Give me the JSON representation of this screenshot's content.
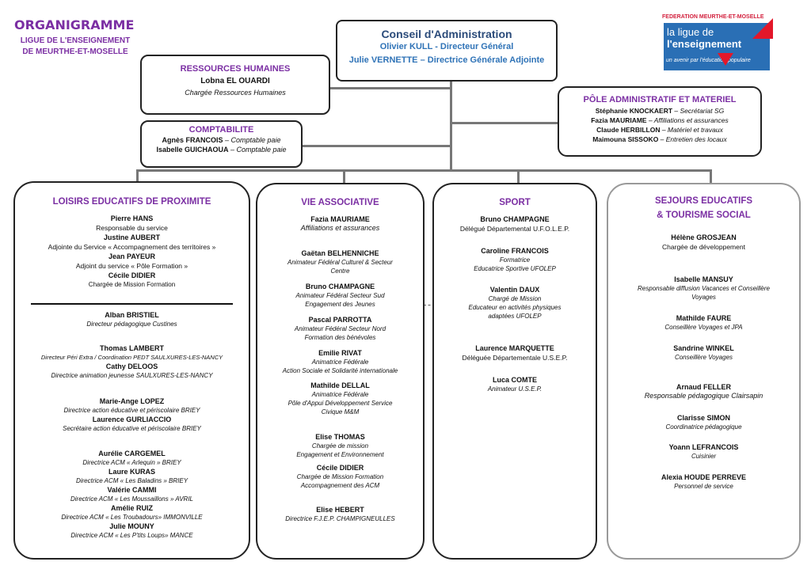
{
  "header": {
    "title": "ORGANIGRAMME",
    "subtitle1": "LIGUE DE L'ENSEIGNEMENT",
    "subtitle2": "DE MEURTHE-ET-MOSELLE"
  },
  "logo": {
    "top": "FEDERATION MEURTHE-ET-MOSELLE",
    "line1": "la ligue de",
    "line2": "l'enseignement",
    "tagline": "un avenir par l'éducation populaire"
  },
  "conseil": {
    "title": "Conseil d'Administration",
    "line1": "Olivier KULL - Directeur Général",
    "line2": "Julie VERNETTE – Directrice Générale Adjointe"
  },
  "rh": {
    "title": "RESSOURCES HUMAINES",
    "name": "Lobna  EL OUARDI",
    "role": "Chargée Ressources Humaines"
  },
  "compta": {
    "title": "COMPTABILITE",
    "p1_name": "Agnès FRANCOIS",
    "p1_role": " – Comptable paie",
    "p2_name": "Isabelle GUICHAOUA",
    "p2_role": " – Comptable paie"
  },
  "pole": {
    "title": "PÔLE ADMINISTRATIF ET MATERIEL",
    "items": [
      {
        "name": "Stéphanie KNOCKAERT",
        "role": " – Secrétariat SG"
      },
      {
        "name": "Fazia MAURIAME",
        "role": " – Affiliations et assurances"
      },
      {
        "name": "Claude HERBILLON",
        "role": " – Matériel et travaux"
      },
      {
        "name": "Maimouna SISSOKO",
        "role": " – Entretien des locaux"
      }
    ]
  },
  "loisirs": {
    "title": "LOISIRS EDUCATIFS DE PROXIMITE",
    "top": [
      {
        "name": "Pierre HANS",
        "role": "Responsable du service"
      },
      {
        "name": "Justine AUBERT",
        "role": "Adjointe du Service « Accompagnement des territoires »"
      },
      {
        "name": "Jean PAYEUR",
        "role": "Adjoint du service « Pôle Formation »"
      },
      {
        "name": "Cécile DIDIER",
        "role": "Chargée de Mission Formation"
      }
    ],
    "b1": [
      {
        "name": "Alban BRISTIEL",
        "role": "Directeur pédagogique Custines"
      }
    ],
    "b2": [
      {
        "name": "Thomas LAMBERT",
        "role": "Directeur Péri Extra / Coordination PEDT SAULXURES-LES-NANCY"
      },
      {
        "name": "Cathy DELOOS",
        "role": "Directrice animation jeunesse SAULXURES-LES-NANCY"
      }
    ],
    "b3": [
      {
        "name": "Marie-Ange LOPEZ",
        "role": "Directrice action éducative et périscolaire BRIEY"
      },
      {
        "name": "Laurence GURLIACCIO",
        "role": "Secrétaire action éducative et périscolaire BRIEY"
      }
    ],
    "b4": [
      {
        "name": "Aurélie CARGEMEL",
        "role": "Directrice ACM « Arlequin » BRIEY"
      },
      {
        "name": "Laure KURAS",
        "role": "Directrice ACM « Les Baladins » BRIEY"
      },
      {
        "name": "Valérie CAMMI",
        "role": "Directrice ACM « Les Moussaillons » AVRIL"
      },
      {
        "name": "Amélie RUIZ",
        "role": "Directrice ACM « Les Troubadours» IMMONVILLE"
      },
      {
        "name": "Julie MOUNY",
        "role": "Directrice ACM « Les P'tits Loups» MANCE"
      }
    ]
  },
  "vie": {
    "title": "VIE ASSOCIATIVE",
    "p1": {
      "name": "Fazia MAURIAME",
      "role": "Affiliations et assurances"
    },
    "p2": {
      "name": "Gaëtan BELHENNICHE",
      "r1": "Animateur Fédéral Culturel & Secteur",
      "r2": "Centre"
    },
    "p3": {
      "name": "Bruno CHAMPAGNE",
      "r1": "Animateur Fédéral Secteur Sud",
      "r2": "Engagement des Jeunes"
    },
    "p4": {
      "name": "Pascal PARROTTA",
      "r1": "Animateur Fédéral Secteur Nord",
      "r2": "Formation des bénévoles"
    },
    "p5": {
      "name": "Emilie RIVAT",
      "r1": "Animatrice Fédérale",
      "r2": "Action  Sociale et Solidarité internationale"
    },
    "p6": {
      "name": "Mathilde DELLAL",
      "r1": "Animatrice Fédérale",
      "r2": "Pôle d'Appui  Développement Service",
      "r3": "Civique M&M"
    },
    "p7": {
      "name": "Elise THOMAS",
      "r1": "Chargée de mission",
      "r2": "Engagement et Environnement"
    },
    "p8": {
      "name": "Cécile DIDIER",
      "r1": "Chargée de Mission Formation",
      "r2": "Accompagnement des ACM"
    },
    "p9": {
      "name": "Elise HEBERT",
      "r1": "Directrice F.J.E.P. CHAMPIGNEULLES"
    }
  },
  "sport": {
    "title": "SPORT",
    "p1": {
      "name": "Bruno CHAMPAGNE",
      "role": "Délégué Départemental U.F.O.L.E.P."
    },
    "p2": {
      "name": "Caroline FRANCOIS",
      "r1": "Formatrice",
      "r2": "Educatrice Sportive UFOLEP"
    },
    "p3": {
      "name": "Valentin DAUX",
      "r1": "Chargé de Mission",
      "r2": "Educateur en activités physiques",
      "r3": "adaptées UFOLEP"
    },
    "p4": {
      "name": "Laurence MARQUETTE",
      "role": "Déléguée Départementale U.S.E.P."
    },
    "p5": {
      "name": "Luca COMTE",
      "r1": "Animateur U.S.E.P."
    }
  },
  "sejours": {
    "title1": "SEJOURS EDUCATIFS",
    "title2": "& TOURISME SOCIAL",
    "p1": {
      "name": "Hélène GROSJEAN",
      "role": "Chargée de développement"
    },
    "p2": {
      "name": "Isabelle MANSUY",
      "r1": "Responsable diffusion Vacances et Conseillère",
      "r2": "Voyages"
    },
    "p3": {
      "name": "Mathilde FAURE",
      "r1": "Conseillère Voyages et JPA"
    },
    "p4": {
      "name": "Sandrine WINKEL",
      "r1": "Conseillère Voyages"
    },
    "p5": {
      "name": "Arnaud FELLER",
      "r1": "Responsable pédagogique Clairsapin"
    },
    "p6": {
      "name": "Clarisse SIMON",
      "r1": "Coordinatrice pédagogique"
    },
    "p7": {
      "name": "Yoann LEFRANCOIS",
      "r1": "Cuisinier"
    },
    "p8": {
      "name": "Alexia HOUDE PERREVE",
      "r1": "Personnel de service"
    }
  }
}
